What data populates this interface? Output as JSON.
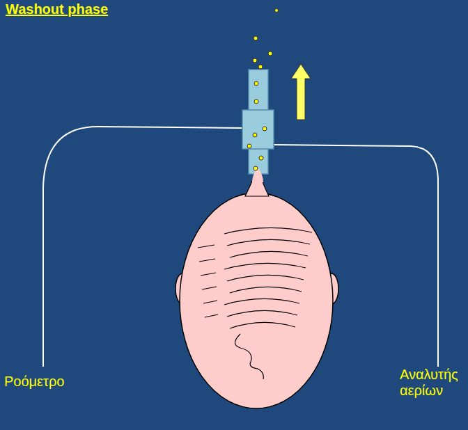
{
  "diagram": {
    "title": "Washout phase",
    "labels": [
      "Ροόμετρο",
      "Αναλυτής αερίων"
    ]
  }
}
